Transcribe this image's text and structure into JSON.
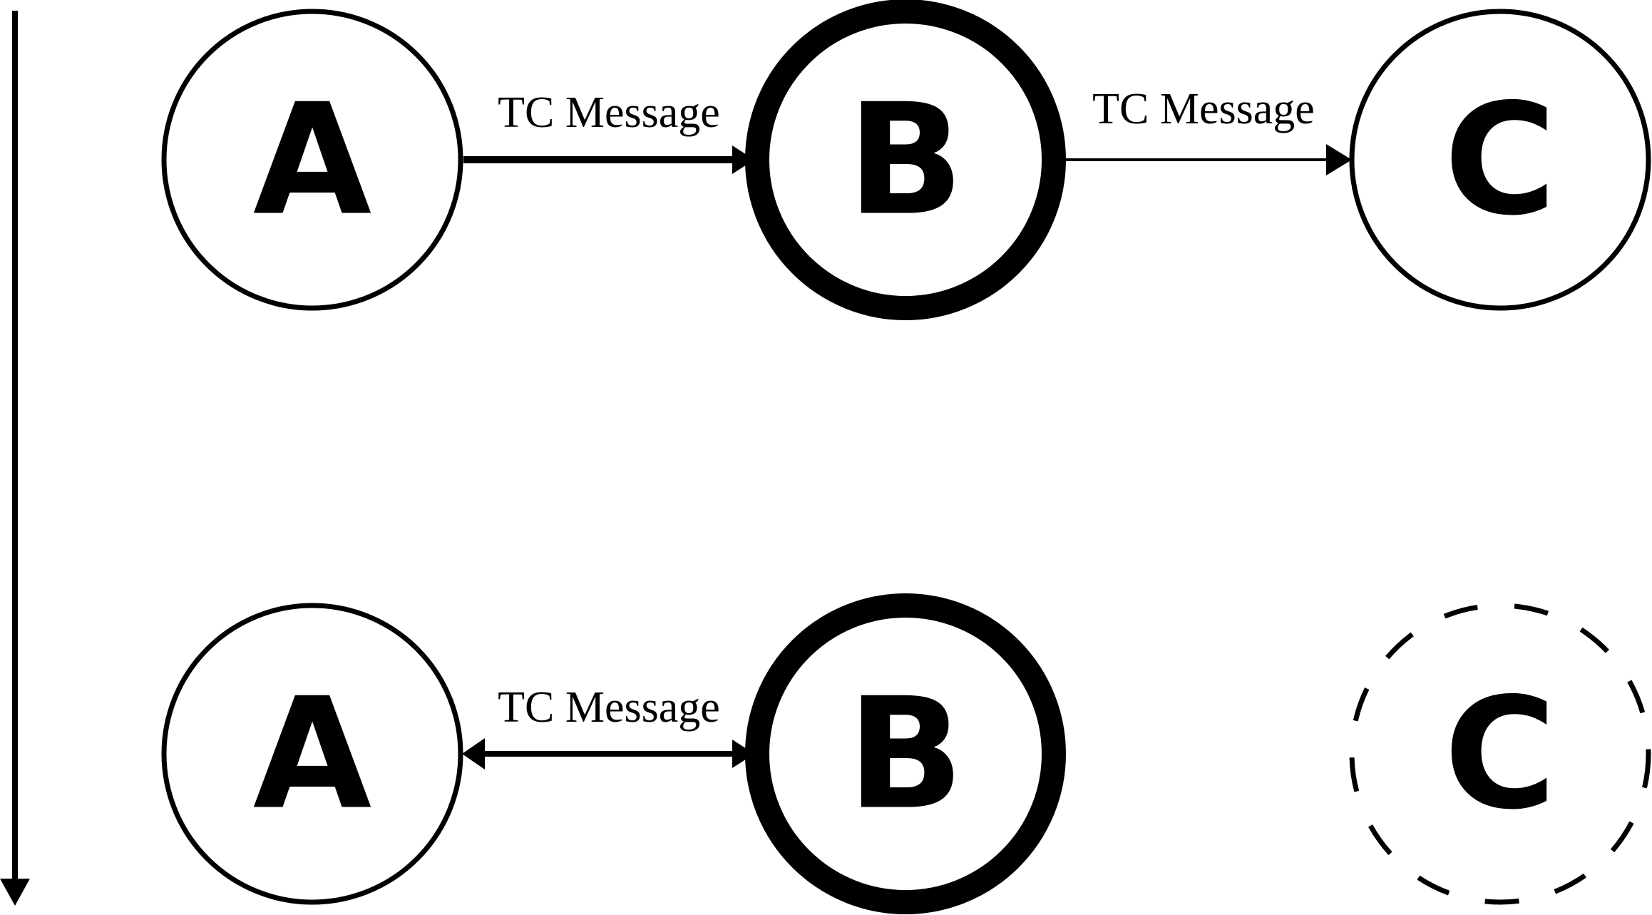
{
  "colors": {
    "stroke": "#000000",
    "background": "#ffffff"
  },
  "top_row": {
    "node_a": "A",
    "node_b": "B",
    "node_c": "C",
    "edge_ab_label": "TC Message",
    "edge_bc_label": "TC Message"
  },
  "bottom_row": {
    "node_a": "A",
    "node_b": "B",
    "node_c": "C",
    "edge_ab_label": "TC Message"
  }
}
